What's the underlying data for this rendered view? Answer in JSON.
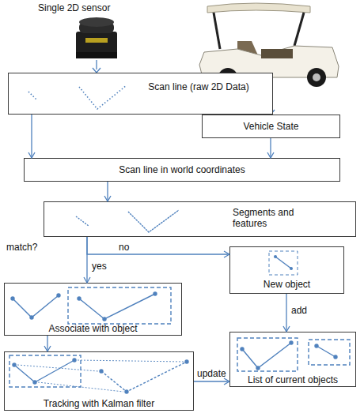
{
  "diagram": {
    "nodes": [
      {
        "text": [
          "Scan line (raw 2D Data)"
        ]
      },
      {
        "text": [
          "Vehicle State"
        ]
      },
      {
        "text": [
          "Scan line in world coordinates"
        ]
      },
      {
        "text": [
          "Segments and features"
        ]
      },
      {
        "text": [
          "New object"
        ]
      },
      {
        "text": [
          "Associate with object"
        ]
      },
      {
        "text": [
          "List of current objects"
        ]
      },
      {
        "text": [
          "Tracking with Kalman filter"
        ]
      }
    ],
    "edges": [
      {
        "from": 0,
        "to": 2,
        "arrow": "to"
      },
      {
        "from": 1,
        "to": 2,
        "arrow": "to"
      },
      {
        "from": 2,
        "to": 3,
        "arrow": "to"
      },
      {
        "from": 3,
        "to": 5,
        "label": "yes",
        "arrow": "to"
      },
      {
        "from": 3,
        "to": 4,
        "label": "no",
        "arrow": "to"
      },
      {
        "from": 4,
        "to": 6,
        "label": "add",
        "arrow": "to"
      },
      {
        "from": 5,
        "to": 7,
        "arrow": "to"
      },
      {
        "from": 7,
        "to": 6,
        "label": "update",
        "arrow": "to"
      }
    ],
    "labels": [
      "Single 2D sensor",
      "match?"
    ]
  }
}
